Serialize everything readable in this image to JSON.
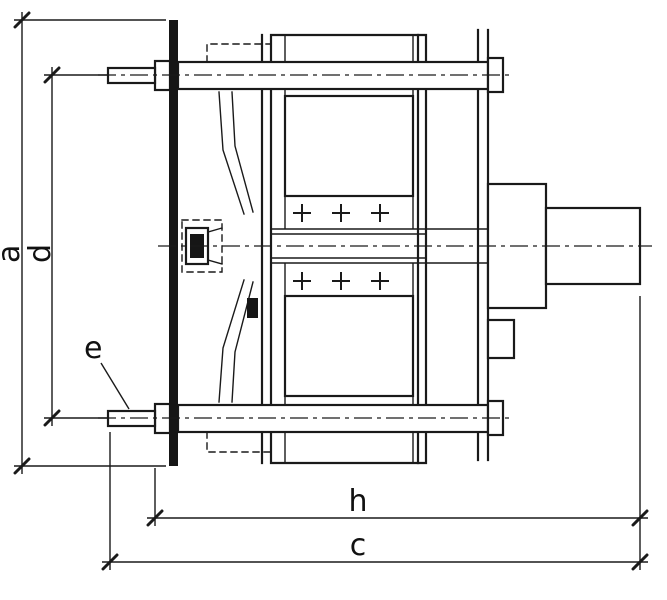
{
  "drawing": {
    "labels": {
      "a": "a",
      "d": "d",
      "e": "e",
      "h": "h",
      "c": "c"
    }
  },
  "colors": {
    "line": "#1a1a1a",
    "background": "#ffffff"
  }
}
